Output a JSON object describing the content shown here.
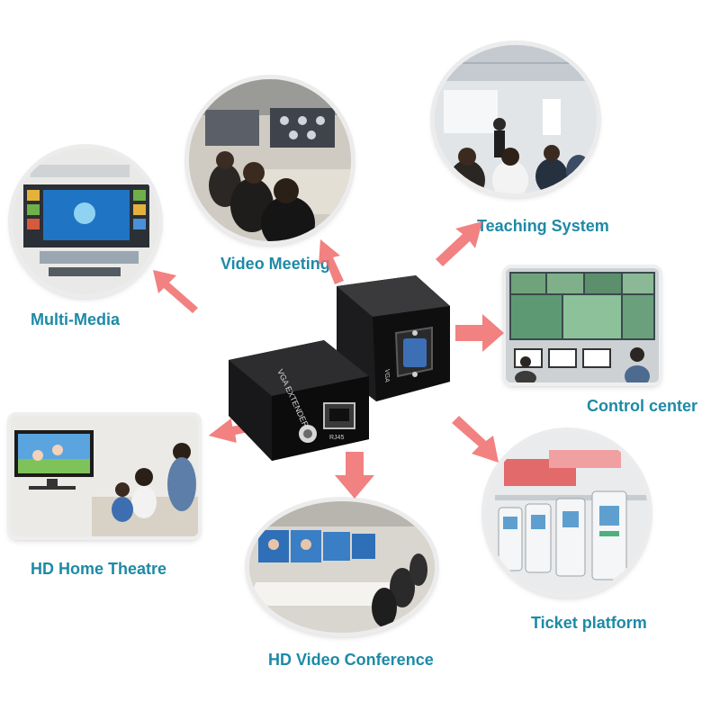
{
  "scenes": {
    "multi_media": {
      "label": "Multi-Media"
    },
    "video_meeting": {
      "label": "Video Meeting"
    },
    "teaching_system": {
      "label": "Teaching System"
    },
    "control_center": {
      "label": "Control center"
    },
    "ticket_platform": {
      "label": "Ticket platform"
    },
    "hd_video_conference": {
      "label": "HD Video Conference"
    },
    "hd_home_theatre": {
      "label": "HD Home Theatre"
    }
  },
  "device": {
    "front_text": "VGA EXTENDER",
    "port_text": "RJ45",
    "vga_text": "VGA"
  },
  "colors": {
    "label": "#1d8aa6",
    "arrow": "#f06b6b",
    "device": "#1c1c1e"
  }
}
